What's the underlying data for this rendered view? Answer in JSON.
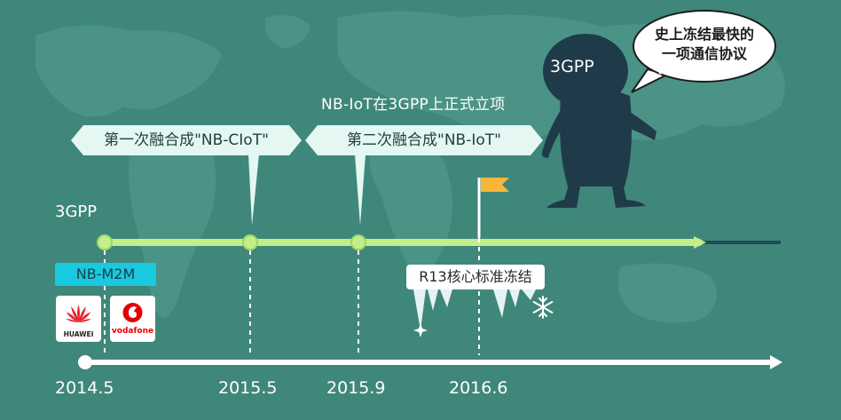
{
  "colors": {
    "background": "#3f877a",
    "map": "#4d968a",
    "timeline": "#c4ee8c",
    "axis": "#ffffff",
    "banner": "#e4f7f2",
    "character": "#1f3b49",
    "flag": "#f8b73a",
    "nbm2m_tag": "#19c9e0",
    "huawei_red": "#e8222c",
    "vodafone_red": "#e60000"
  },
  "top_note": "NB-IoT在3GPP上正式立项",
  "banners": [
    {
      "label": "第一次融合成\"NB-CIoT\""
    },
    {
      "label": "第二次融合成\"NB-IoT\""
    }
  ],
  "timeline_label": "3GPP",
  "character": {
    "label": "3GPP",
    "speech": [
      "史上冻结最快的",
      "一项通信协议"
    ]
  },
  "tags": {
    "nbm2m": "NB-M2M",
    "r13": "R13核心标准冻结"
  },
  "logos": {
    "huawei": "HUAWEI",
    "vodafone": "vodafone"
  },
  "years": [
    "2014.5",
    "2015.5",
    "2015.9",
    "2016.6"
  ],
  "icons": [
    "huawei-logo-icon",
    "vodafone-logo-icon",
    "flag-icon",
    "snowflake-icon",
    "icicle-icon",
    "sparkle-icon",
    "world-map-background"
  ]
}
